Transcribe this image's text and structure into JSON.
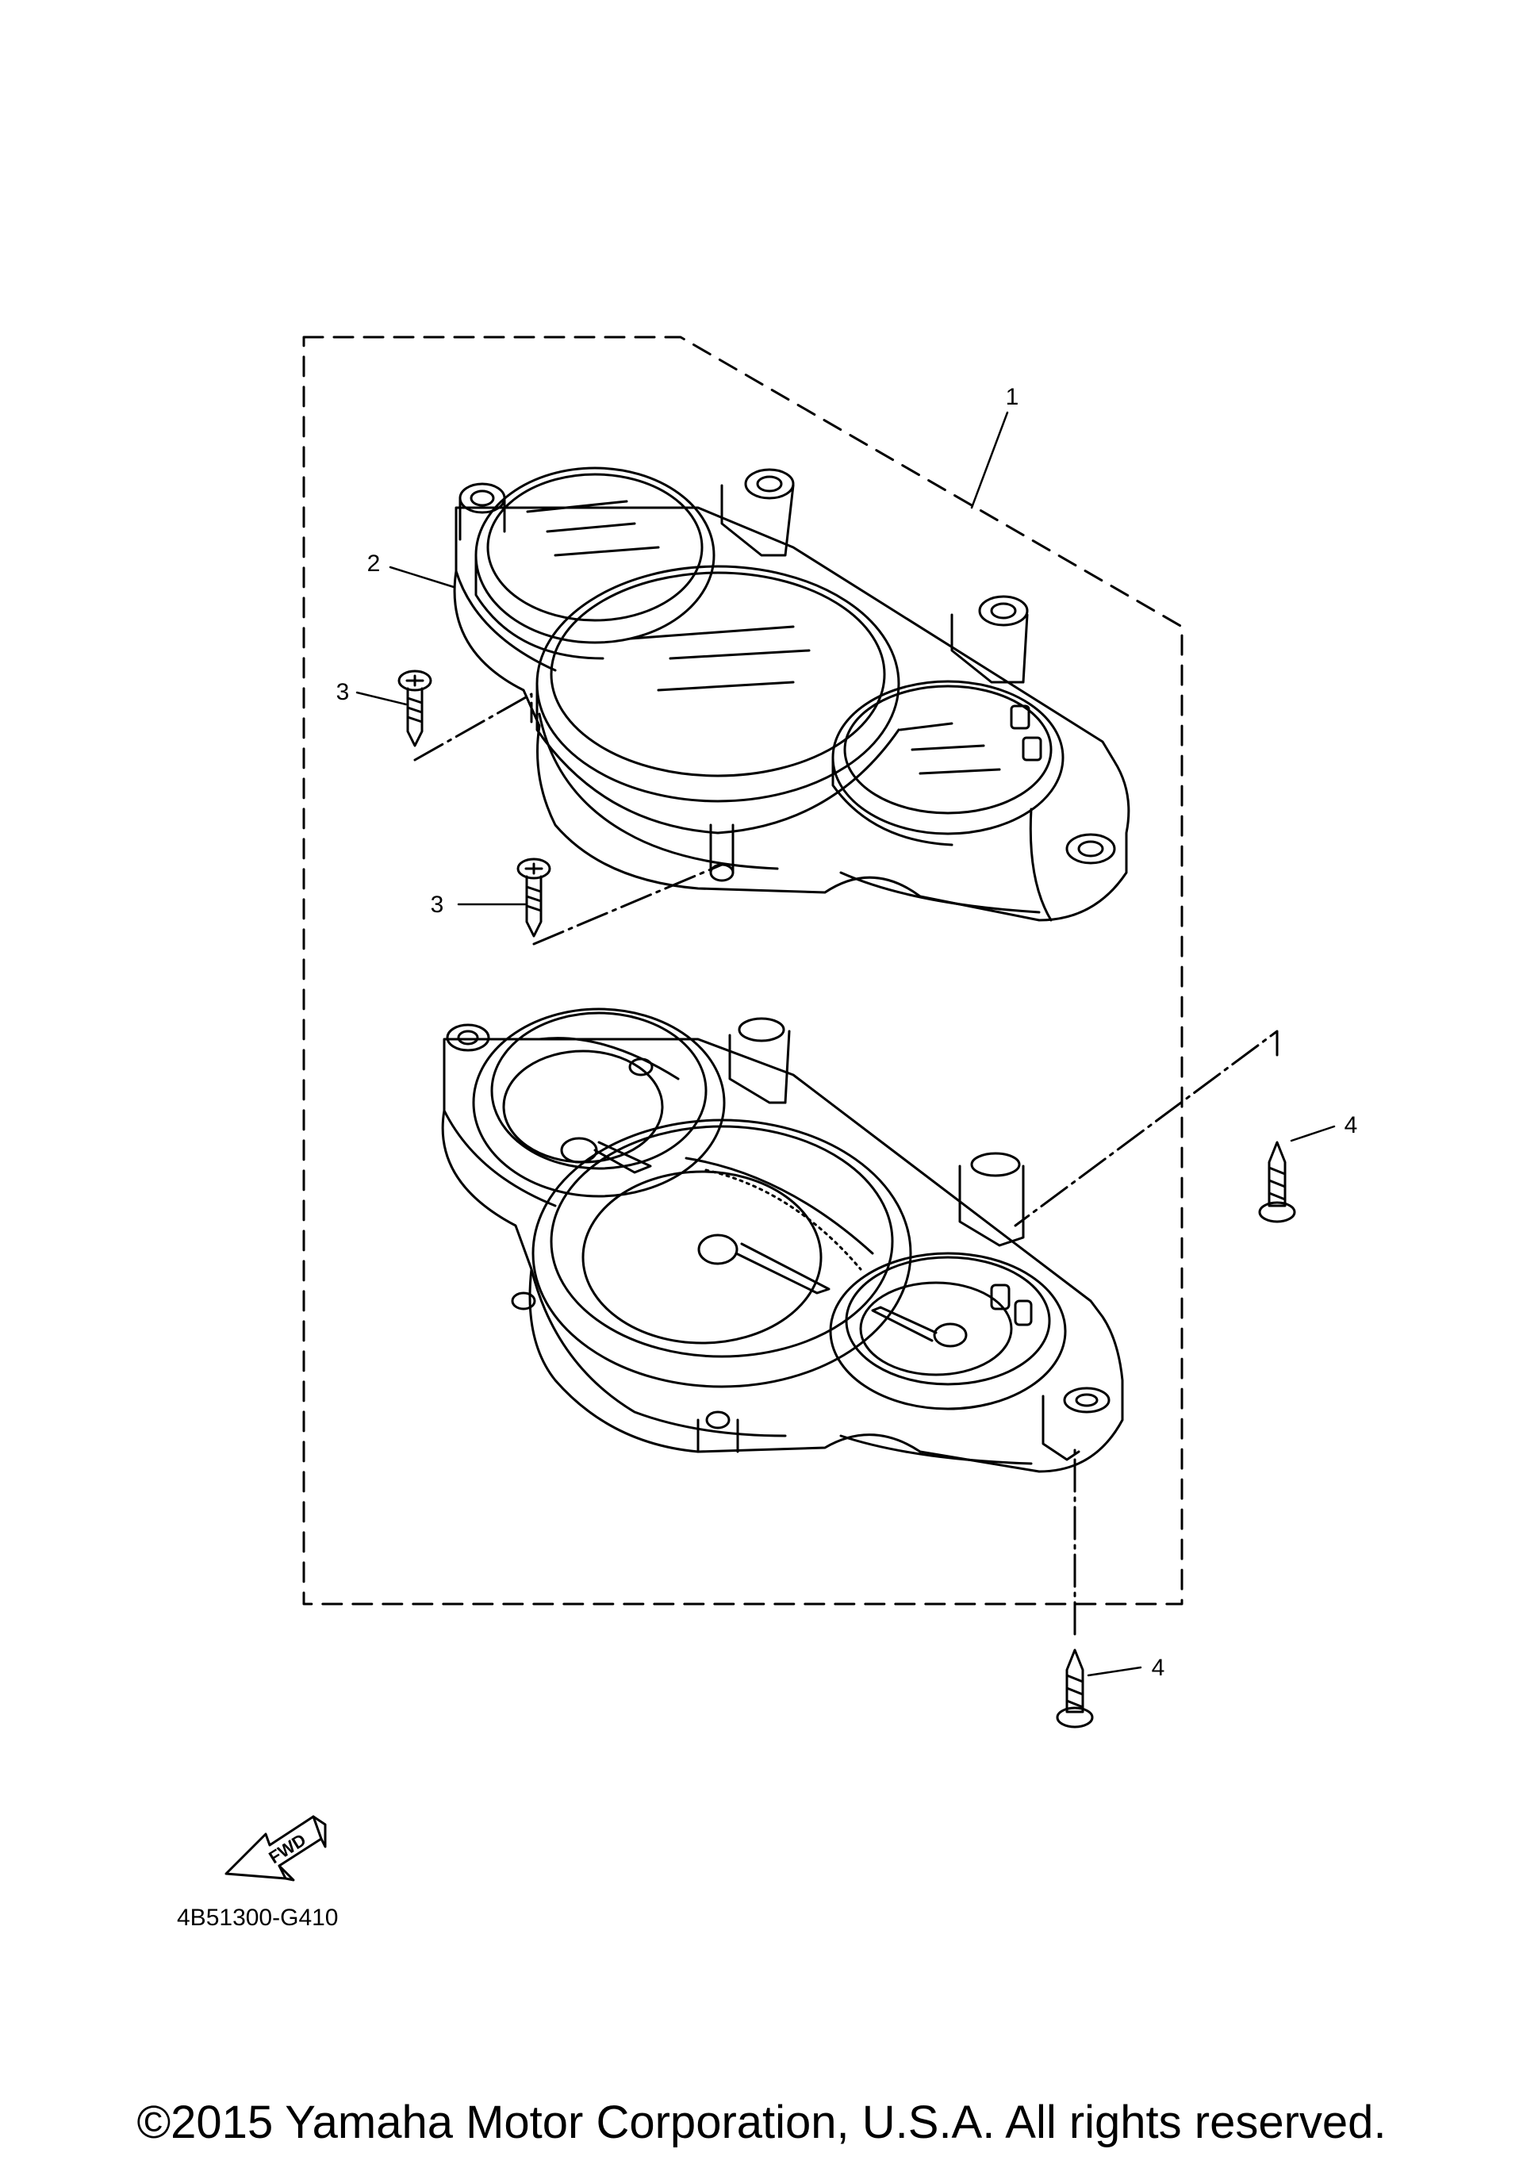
{
  "diagram": {
    "callouts": [
      {
        "id": "1"
      },
      {
        "id": "2"
      },
      {
        "id": "3"
      },
      {
        "id": "3"
      },
      {
        "id": "4"
      },
      {
        "id": "4"
      }
    ],
    "fwd_label": "FWD",
    "part_code": "4B51300-G410",
    "copyright": "©2015 Yamaha Motor Corporation, U.S.A. All rights reserved."
  }
}
